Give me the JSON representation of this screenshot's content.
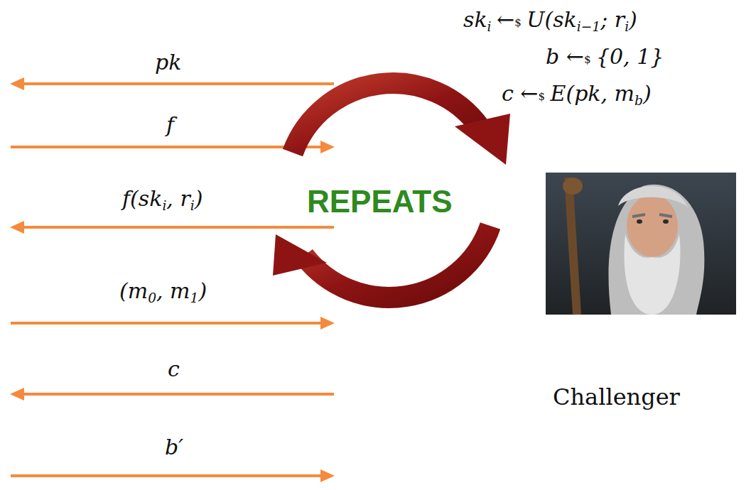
{
  "diagram": {
    "labels": [
      "sk",
      "i",
      "←",
      "$",
      "U(sk",
      "i−1",
      "; r",
      "i",
      ")",
      "b ←",
      "$",
      "{0, 1}",
      "c ←",
      "$",
      "E(pk, m",
      "b",
      ")",
      "pk",
      "f",
      "f(sk",
      "i",
      ", r",
      "i",
      ")",
      "(m",
      "0",
      ", m",
      "1",
      ")",
      "c",
      "b′",
      "REPEATS",
      "Challenger"
    ]
  }
}
